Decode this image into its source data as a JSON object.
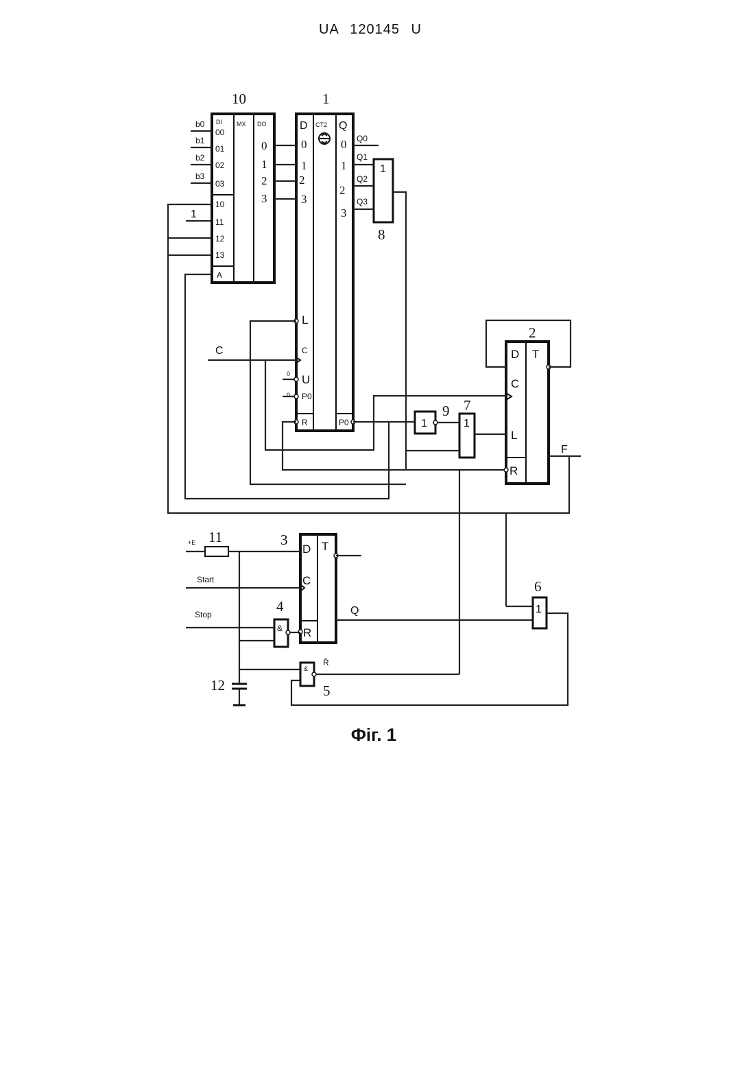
{
  "header": {
    "doc_id": "UA   120145   U"
  },
  "caption": {
    "text": "Фіг. 1"
  },
  "diagram": {
    "multiplexer": {
      "number": "10",
      "header_labels": [
        "DI",
        "MX",
        "DO"
      ],
      "inputs_a": [
        "00",
        "01",
        "02",
        "03"
      ],
      "inputs_b": [
        "10",
        "11",
        "12",
        "13"
      ],
      "outputs": [
        "0",
        "1",
        "2",
        "3"
      ],
      "select_label": "A",
      "b_signals": [
        "b0",
        "b1",
        "b2",
        "b3"
      ],
      "const_input": "1"
    },
    "counter": {
      "number": "1",
      "header_labels": [
        "D",
        "CT2",
        "Q"
      ],
      "data_inputs": [
        "0",
        "1",
        "2",
        "3"
      ],
      "outputs": [
        "0",
        "1",
        "2",
        "3"
      ],
      "control_pins": [
        "L",
        "C",
        "U",
        "P0",
        "R"
      ],
      "pin_consts": [
        "0",
        "0"
      ],
      "borrow_label": "P0",
      "q_signals": [
        "Q0",
        "Q1",
        "Q2",
        "Q3"
      ]
    },
    "or_gate_8": {
      "number": "8",
      "symbol": "1"
    },
    "inverter_9": {
      "number": "9",
      "symbol": "1"
    },
    "or_gate_7": {
      "number": "7",
      "symbol": "1"
    },
    "trigger_2": {
      "number": "2",
      "pins": [
        "D",
        "T",
        "C",
        "L",
        "R"
      ],
      "output_label": "F"
    },
    "trigger_3": {
      "number": "3",
      "pins": [
        "D",
        "T",
        "C",
        "R"
      ],
      "output_label": "Q"
    },
    "and_gate_4": {
      "number": "4",
      "symbol": "&"
    },
    "and_gate_5": {
      "number": "5",
      "symbol": "&",
      "output_label": "R̄"
    },
    "or_gate_6": {
      "number": "6",
      "symbol": "1"
    },
    "resistor_11": {
      "number": "11",
      "supply_label": "+E"
    },
    "capacitor_12": {
      "number": "12"
    },
    "signals": {
      "clock": "C",
      "start": "Start",
      "stop": "Stop"
    }
  }
}
